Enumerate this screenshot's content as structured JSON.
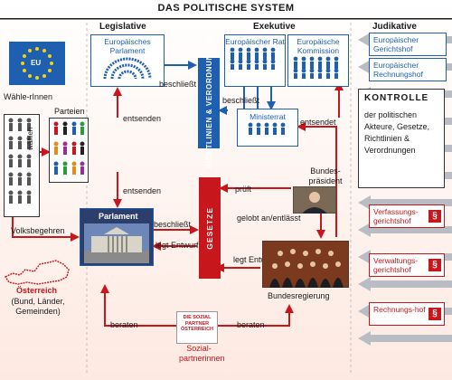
{
  "title": "DAS POLITISCHE SYSTEM",
  "columns": {
    "legislative": "Legislative",
    "exekutive": "Exekutive",
    "judikative": "Judikative"
  },
  "eu": {
    "label": "EU",
    "parlament": "Europäisches Parlament",
    "rat": "Europäischer Rat",
    "kommission": "Europäische Kommission",
    "gerichtshof": "Europäischer Gerichtshof",
    "rechnungshof": "Europäischer Rechnungshof"
  },
  "band_richtlinien": "RICHTLINIEN & VERORDNUNGEN",
  "band_gesetze": "GESETZE",
  "voters": {
    "label": "Wähle-rInnen",
    "parteien": "Parteien",
    "waehlen": "wählen"
  },
  "labels": {
    "beschliesst_eu": "beschließt",
    "beschliesst_rat": "beschließt",
    "entsenden_top": "entsenden",
    "entsendet": "entsendet",
    "ministerrat": "Ministerrat",
    "entsenden_mid": "entsenden",
    "prueft": "prüft",
    "bundespraesident": "Bundes-präsident",
    "gelobt": "gelobt an/entlässt",
    "volksbegehren": "Volksbegehren",
    "parlament": "Parlament",
    "beschliesst_parl": "beschließt",
    "legt_entwurf_1": "legt Entwurf",
    "legt_entwurf_2": "legt Entwurf",
    "bundesregierung": "Bundesregierung",
    "oesterreich": "Österreich",
    "oesterreich_sub": "(Bund, Länder, Gemeinden)",
    "beraten_left": "beraten",
    "beraten_right": "beraten",
    "sozialpartner_logo": "DIE SOZIAL PARTNER ÖSTERREICH",
    "sozialpartner": "Sozial-partnerinnen"
  },
  "kontrolle": {
    "heading": "KONTROLLE",
    "text": "der politischen Akteure, Gesetze, Richtlinien & Verordnungen"
  },
  "courts": {
    "verfassung": "Verfassungs-gerichtshof",
    "verwaltung": "Verwaltungs-gerichtshof",
    "rechnung": "Rechnungs-hof",
    "symbol": "§"
  },
  "colors": {
    "blue": "#1f5fb0",
    "red": "#c8161d",
    "grey": "#b9bdc3"
  }
}
